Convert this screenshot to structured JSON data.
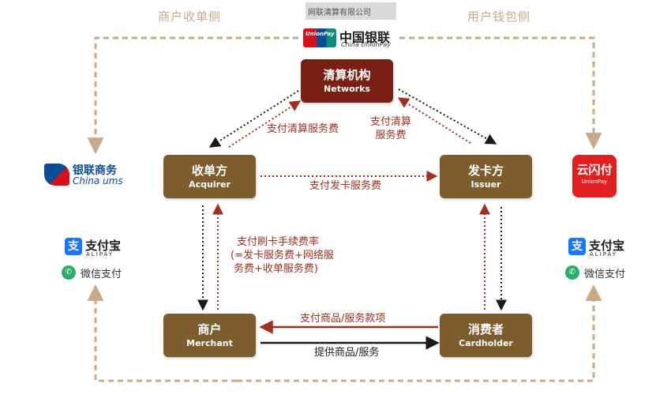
{
  "header": {
    "left_title": "商户收单侧",
    "right_title": "用户钱包侧",
    "watermark_text": "网联清算有限公司"
  },
  "nodes": {
    "network": {
      "zh": "清算机构",
      "en": "Networks"
    },
    "acquirer": {
      "zh": "收单方",
      "en": "Acquirer"
    },
    "issuer": {
      "zh": "发卡方",
      "en": "Issuer"
    },
    "merchant": {
      "zh": "商户",
      "en": "Merchant"
    },
    "cardholder": {
      "zh": "消费者",
      "en": "Cardholder"
    }
  },
  "flows": {
    "clearing_fee_acquirer": "支付清算服务费",
    "clearing_fee_issuer_line1": "支付清算",
    "clearing_fee_issuer_line2": "服务费",
    "issuing_fee": "支付发卡服务费",
    "mdr_line1": "支付刷卡手续费率",
    "mdr_line2": "(=发卡服务费+网络服",
    "mdr_line3": "务费+收单服务费)",
    "payment": "支付商品/服务款项",
    "goods": "提供商品/服务"
  },
  "logos": {
    "network_badge": "UnionPay",
    "network_brand_zh": "中国银联",
    "network_brand_en": "China UnionPay",
    "acquirer_zh": "银联商务",
    "acquirer_en": "China ums",
    "cloudpay_zh": "云闪付",
    "cloudpay_en": "UnionPay",
    "alipay_icon": "支",
    "alipay_name": "支付宝",
    "alipay_sub": "ALIPAY",
    "wechat_icon": "✆",
    "wechat_name": "微信支付"
  },
  "colors": {
    "node": "#7d5c2d",
    "network_node": "#7a1f14",
    "money_flow": "#a03020",
    "loop": "#c9a98a"
  }
}
